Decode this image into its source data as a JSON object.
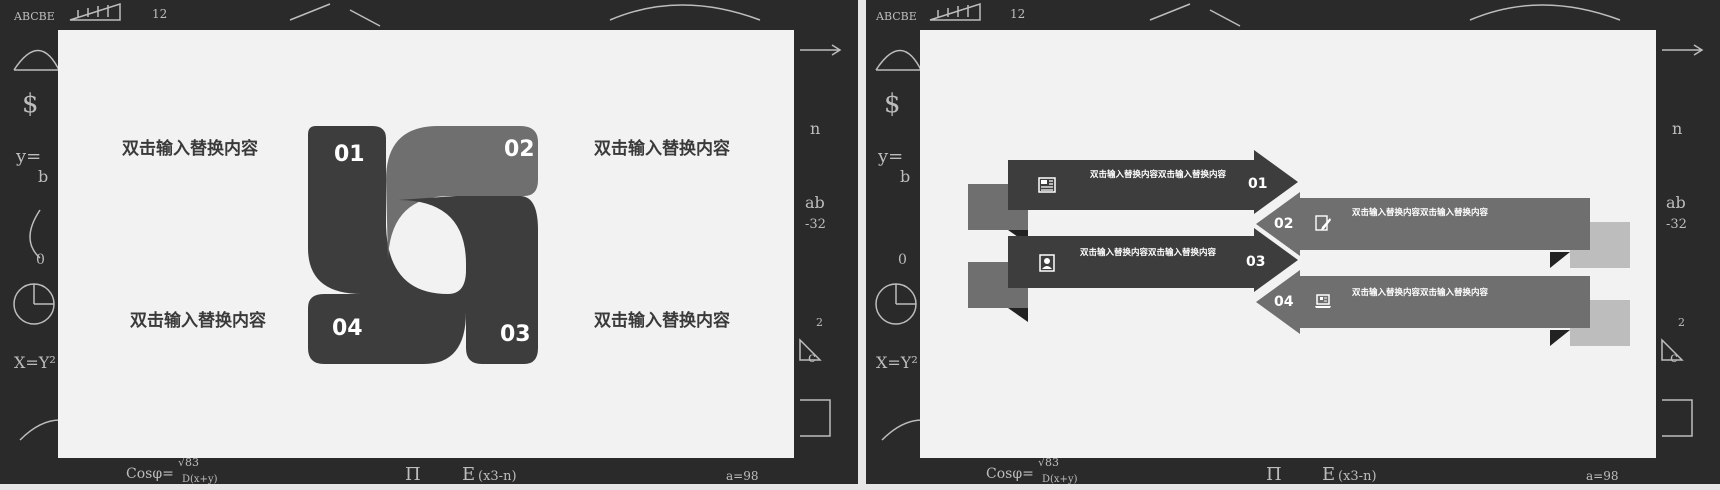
{
  "slide1": {
    "labels": [
      "双击输入替换内容",
      "双击输入替换内容",
      "双击输入替换内容",
      "双击输入替换内容"
    ],
    "numbers": [
      "01",
      "02",
      "03",
      "04"
    ]
  },
  "slide2": {
    "steps": [
      {
        "number": "01",
        "text": "双击输入替换内容双击输入替换内容",
        "icon": "newspaper-icon"
      },
      {
        "number": "02",
        "text": "双击输入替换内容双击输入替换内容",
        "icon": "edit-icon"
      },
      {
        "number": "03",
        "text": "双击输入替换内容双击输入替换内容",
        "icon": "portrait-icon"
      },
      {
        "number": "04",
        "text": "双击输入替换内容双击输入替换内容",
        "icon": "laptop-icon"
      }
    ]
  },
  "chalkboard": {
    "formulas": [
      "ABCBE",
      "12",
      "$",
      "y=",
      "b",
      "X=Y²",
      "Cosφ=",
      "√83",
      "D(x+y)",
      "Π",
      "E",
      "(x3-n)",
      "a=98",
      "n",
      "ab",
      "-32",
      "c",
      "2",
      "0"
    ]
  },
  "colors": {
    "panel": "#f2f2f2",
    "dark": "#3d3d3d",
    "mid": "#6f6f6f",
    "light": "#bdbdbd",
    "board": "#2a2a2a"
  }
}
